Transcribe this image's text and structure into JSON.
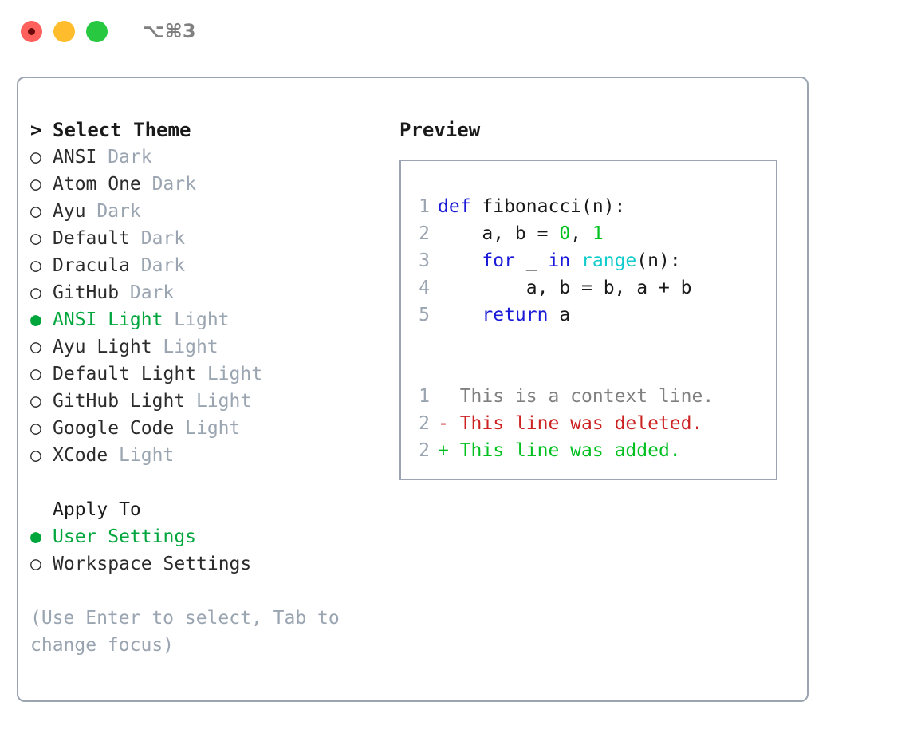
{
  "window": {
    "title": "⌥⌘3",
    "controls": [
      {
        "name": "close",
        "color": "#ff605c"
      },
      {
        "name": "minimize",
        "color": "#ffbd2e"
      },
      {
        "name": "maximize",
        "color": "#28c840"
      }
    ]
  },
  "theme_list": {
    "header_caret": ">",
    "header_label": "Select Theme",
    "bullet_on": "●",
    "bullet_off": "○",
    "items": [
      {
        "name": "ANSI",
        "tag": "Dark",
        "selected": false
      },
      {
        "name": "Atom One",
        "tag": "Dark",
        "selected": false
      },
      {
        "name": "Ayu",
        "tag": "Dark",
        "selected": false
      },
      {
        "name": "Default",
        "tag": "Dark",
        "selected": false
      },
      {
        "name": "Dracula",
        "tag": "Dark",
        "selected": false
      },
      {
        "name": "GitHub",
        "tag": "Dark",
        "selected": false
      },
      {
        "name": "ANSI Light",
        "tag": "Light",
        "selected": true
      },
      {
        "name": "Ayu Light",
        "tag": "Light",
        "selected": false
      },
      {
        "name": "Default Light",
        "tag": "Light",
        "selected": false
      },
      {
        "name": "GitHub Light",
        "tag": "Light",
        "selected": false
      },
      {
        "name": "Google Code",
        "tag": "Light",
        "selected": false
      },
      {
        "name": "XCode",
        "tag": "Light",
        "selected": false
      }
    ]
  },
  "apply_to": {
    "label": "Apply To",
    "options": [
      {
        "name": "User Settings",
        "selected": true
      },
      {
        "name": "Workspace Settings",
        "selected": false
      }
    ]
  },
  "hint": "(Use Enter to select, Tab to change focus)",
  "preview": {
    "title": "Preview",
    "code_lines": [
      {
        "no": "1",
        "segments": [
          {
            "t": "def ",
            "c": "kw"
          },
          {
            "t": "fibonacci(n):",
            "c": "code-txt"
          }
        ]
      },
      {
        "no": "2",
        "segments": [
          {
            "t": "    a, b = ",
            "c": "code-txt"
          },
          {
            "t": "0",
            "c": "num"
          },
          {
            "t": ", ",
            "c": "code-txt"
          },
          {
            "t": "1",
            "c": "num"
          }
        ]
      },
      {
        "no": "3",
        "segments": [
          {
            "t": "    ",
            "c": "code-txt"
          },
          {
            "t": "for",
            "c": "kw"
          },
          {
            "t": " _ ",
            "c": "code-txt"
          },
          {
            "t": "in",
            "c": "kw"
          },
          {
            "t": " ",
            "c": "code-txt"
          },
          {
            "t": "range",
            "c": "fn"
          },
          {
            "t": "(n):",
            "c": "code-txt"
          }
        ]
      },
      {
        "no": "4",
        "segments": [
          {
            "t": "        a, b = b, a + b",
            "c": "code-txt"
          }
        ]
      },
      {
        "no": "5",
        "segments": [
          {
            "t": "    ",
            "c": "code-txt"
          },
          {
            "t": "return",
            "c": "kw"
          },
          {
            "t": " a",
            "c": "code-txt"
          }
        ]
      }
    ],
    "diff_lines": [
      {
        "no": "1",
        "marker": " ",
        "text": " This is a context line.",
        "kind": "ctx"
      },
      {
        "no": "2",
        "marker": "-",
        "text": " This line was deleted.",
        "kind": "del"
      },
      {
        "no": "2",
        "marker": "+",
        "text": " This line was added.",
        "kind": "add"
      }
    ]
  },
  "colors": {
    "accent_green": "#00a63c",
    "muted": "#9aa5b1",
    "keyword_blue": "#1a1ad8",
    "number_green": "#00c020",
    "function_cyan": "#11cccc",
    "diff_red": "#cc2222",
    "diff_green": "#00c020",
    "border": "#9aa5b1"
  }
}
